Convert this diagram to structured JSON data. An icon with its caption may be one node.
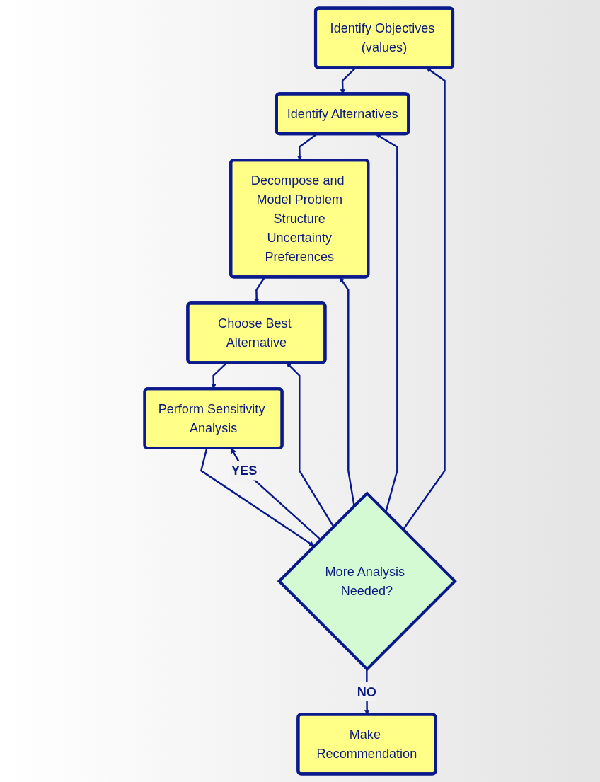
{
  "diagram": {
    "nodes": [
      {
        "text": [
          "Identify Objectives (values)"
        ]
      },
      {
        "text": [
          "Identify Alternatives"
        ]
      },
      {
        "text": [
          "Decompose and Model Problem",
          "Structure",
          "Uncertainty",
          "Preferences"
        ]
      },
      {
        "text": [
          "Choose Best Alternative"
        ]
      },
      {
        "text": [
          "Perform Sensitivity Analysis"
        ]
      },
      {
        "text": [
          "More Analysis Needed?"
        ]
      },
      {
        "text": [
          "Make Recommendation"
        ]
      }
    ],
    "edges": [
      {
        "from": 0,
        "to": 1,
        "arrow": "to"
      },
      {
        "from": 1,
        "to": 2,
        "arrow": "to"
      },
      {
        "from": 2,
        "to": 3,
        "arrow": "to"
      },
      {
        "from": 3,
        "to": 4,
        "arrow": "to"
      },
      {
        "from": 4,
        "to": 5,
        "arrow": "to"
      },
      {
        "from": 5,
        "to": 6,
        "arrow": "to",
        "label": "NO"
      },
      {
        "from": 5,
        "to": 4,
        "arrow": "to",
        "label": "YES"
      },
      {
        "from": 5,
        "to": 3,
        "arrow": "to"
      },
      {
        "from": 5,
        "to": 2,
        "arrow": "to"
      },
      {
        "from": 5,
        "to": 1,
        "arrow": "to"
      },
      {
        "from": 5,
        "to": 0,
        "arrow": "to"
      }
    ]
  }
}
